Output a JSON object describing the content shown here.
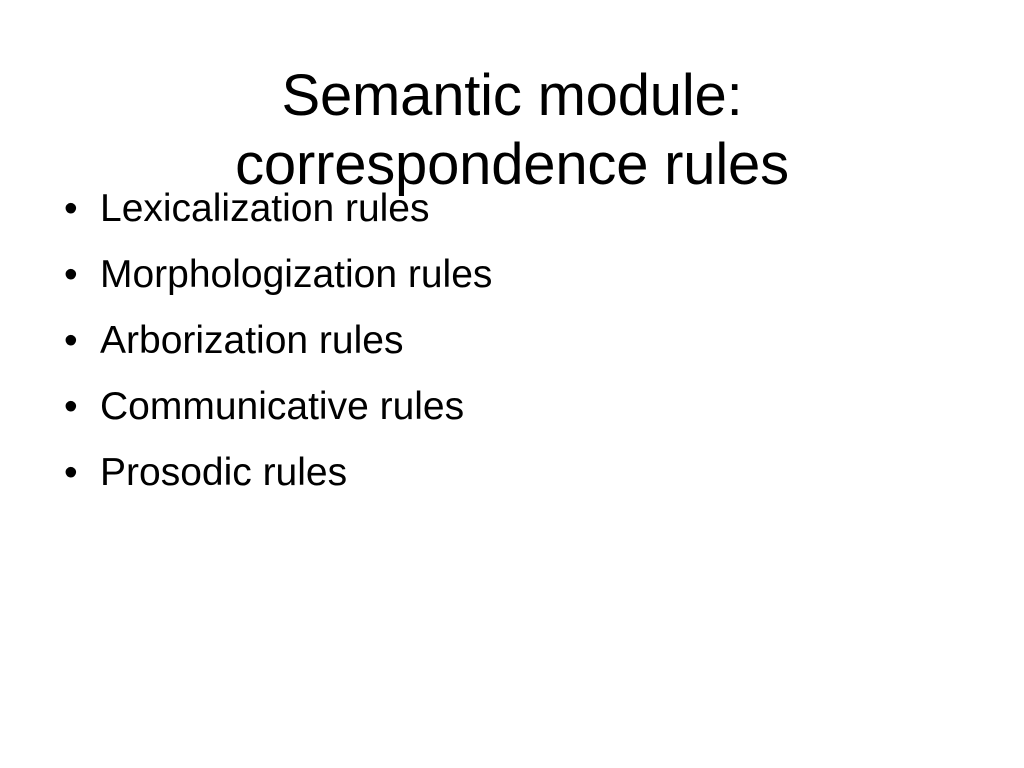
{
  "slide": {
    "background_color": "#ffffff",
    "text_color": "#000000",
    "title": "Semantic module:\ncorrespondence rules",
    "title_line_1": "Semantic module:",
    "title_line_2": "correspondence rules",
    "bullet_marker": "•",
    "bullets": [
      {
        "label": "Lexicalization rules"
      },
      {
        "label": "Morphologization rules"
      },
      {
        "label": "Arborization rules"
      },
      {
        "label": "Communicative rules"
      },
      {
        "label": "Prosodic rules"
      }
    ]
  }
}
